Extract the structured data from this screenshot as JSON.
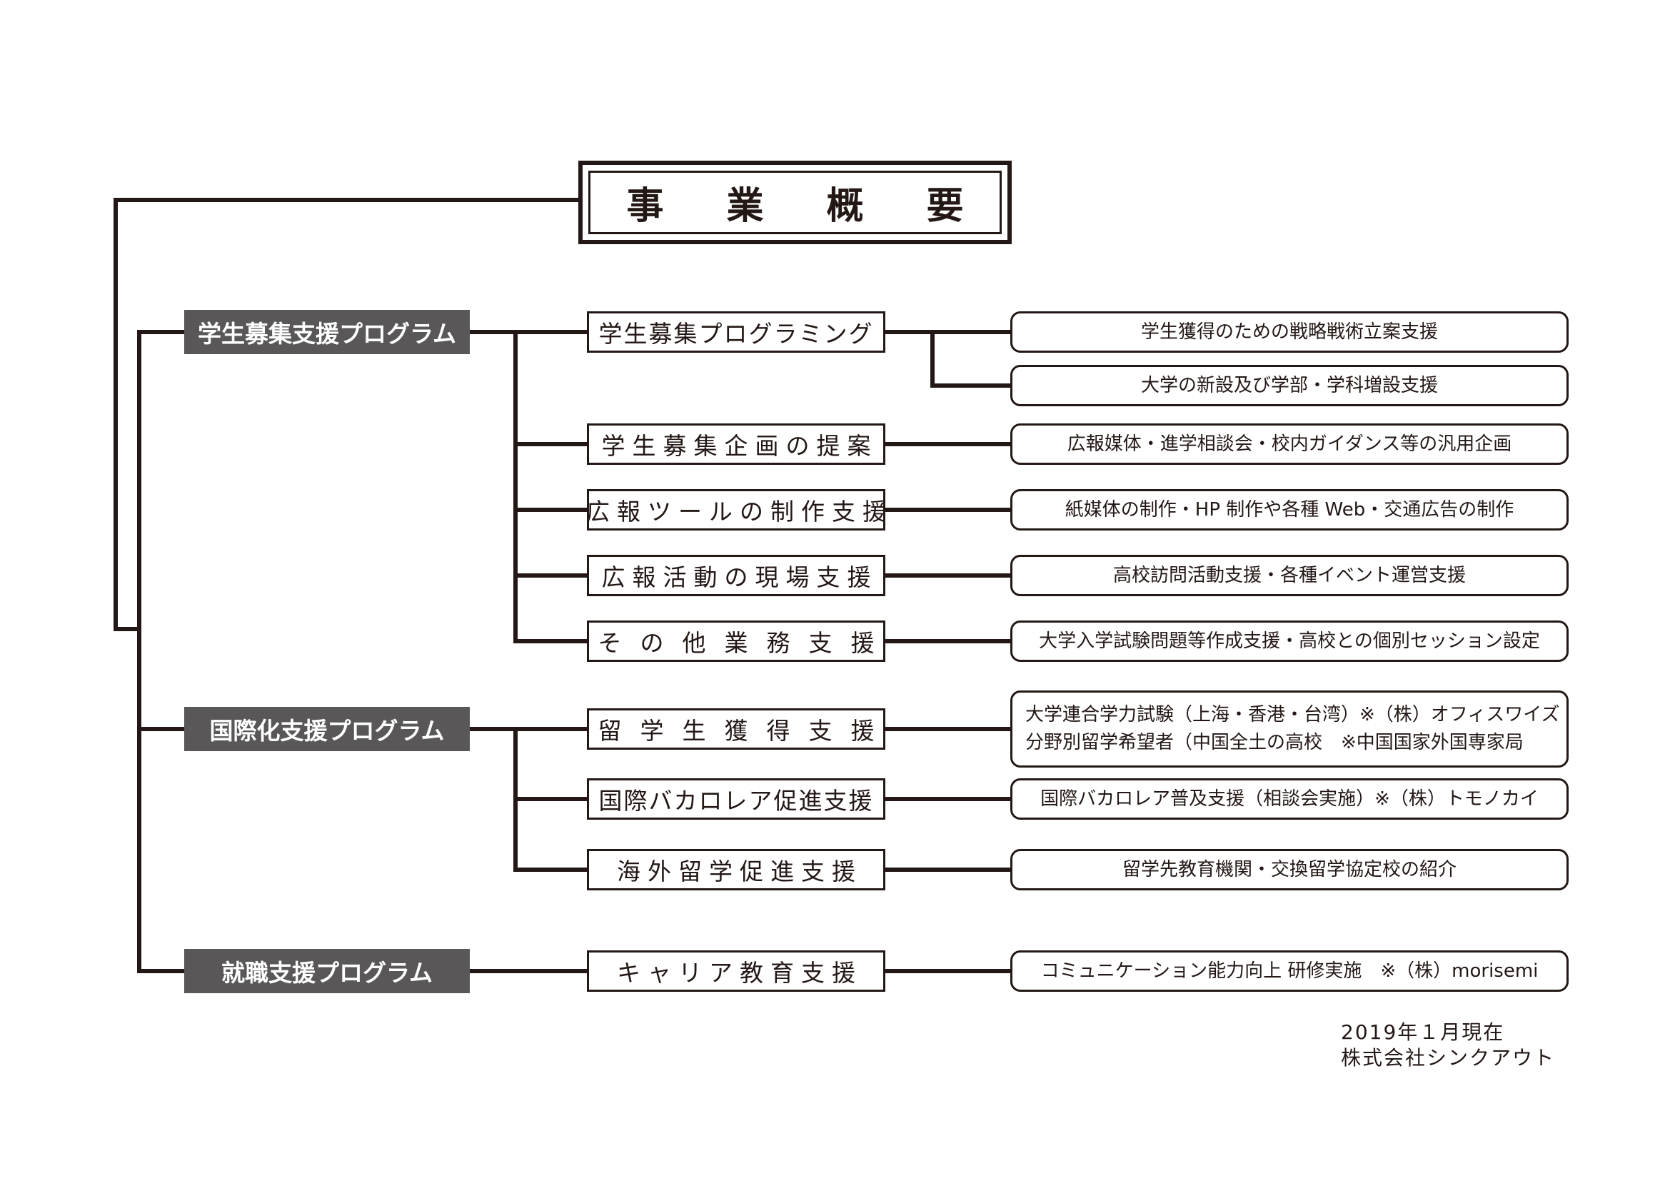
{
  "title": "事業概要",
  "programs": [
    {
      "label": "学生募集支援プログラム",
      "items": [
        {
          "label": "学生募集プログラミング",
          "details": [
            "学生獲得のための戦略戦術立案支援",
            "大学の新設及び学部・学科増設支援"
          ]
        },
        {
          "label": "学生募集企画の提案",
          "details": [
            "広報媒体・進学相談会・校内ガイダンス等の汎用企画"
          ]
        },
        {
          "label": "広報ツールの制作支援",
          "details": [
            "紙媒体の制作・HP 制作や各種 Web・交通広告の制作"
          ]
        },
        {
          "label": "広報活動の現場支援",
          "details": [
            "高校訪問活動支援・各種イベント運営支援"
          ]
        },
        {
          "label": "その他業務支援",
          "details": [
            "大学入学試験問題等作成支援・高校との個別セッション設定"
          ]
        }
      ]
    },
    {
      "label": "国際化支援プログラム",
      "items": [
        {
          "label": "留学生獲得支援",
          "details": [
            "大学連合学力試験（上海・香港・台湾）※（株）オフィスワイズ",
            "分野別留学希望者（中国全土の高校　※中国国家外国専家局"
          ]
        },
        {
          "label": "国際バカロレア促進支援",
          "details": [
            "国際バカロレア普及支援（相談会実施）※（株）トモノカイ"
          ]
        },
        {
          "label": "海外留学促進支援",
          "details": [
            "留学先教育機関・交換留学協定校の紹介"
          ]
        }
      ]
    },
    {
      "label": "就職支援プログラム",
      "items": [
        {
          "label": "キャリア教育支援",
          "details": [
            "コミュニケーション能力向上 研修実施　※（株）morisemi"
          ]
        }
      ]
    }
  ],
  "footer": {
    "date": "2019年１月現在",
    "company": "株式会社シンクアウト"
  }
}
